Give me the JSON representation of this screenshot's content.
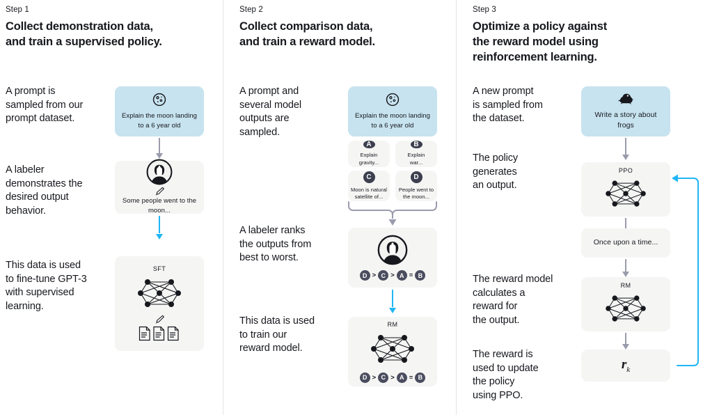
{
  "theme": {
    "bg": "#ffffff",
    "card_gray": "#f5f5f4",
    "card_blue": "#c7e3ef",
    "arrow_gray": "#9a9cad",
    "arrow_blue": "#1fb6f5",
    "badge_dark": "#3b3f4e",
    "divider": "#e3e4e6",
    "text": "#16181d"
  },
  "columns": [
    {
      "step_label": "Step 1",
      "title": "Collect demonstration data,\nand train a supervised policy.",
      "paragraphs": [
        "A prompt is\nsampled from our\nprompt dataset.",
        "A labeler\ndemonstrates the\ndesired output\nbehavior.",
        "This data is used\nto fine-tune GPT-3\nwith supervised\nlearning."
      ],
      "cards": [
        {
          "name": "prompt-card",
          "icon": "moon-icon",
          "text": "Explain the moon\nlanding to a 6 year old",
          "style": "blue"
        },
        {
          "name": "labeler-demo-card",
          "icon": "labeler-icon",
          "text": "Some people went\nto the moon...",
          "style": "gray"
        },
        {
          "name": "sft-model-card",
          "icon": "neural-net-icon",
          "label": "SFT",
          "text": "",
          "style": "gray"
        }
      ]
    },
    {
      "step_label": "Step 2",
      "title": "Collect comparison data,\nand train a reward model.",
      "paragraphs": [
        "A prompt and\nseveral model\noutputs are\nsampled.",
        "A labeler ranks\nthe outputs from\nbest to worst.",
        "This data is used\nto train our\nreward model."
      ],
      "cards": [
        {
          "name": "prompt-card",
          "icon": "moon-icon",
          "text": "Explain the moon\nlanding to a 6 year old",
          "style": "blue"
        },
        {
          "name": "labeler-rank-card",
          "icon": "labeler-icon",
          "style": "gray"
        },
        {
          "name": "rm-model-card",
          "icon": "neural-net-icon",
          "label": "RM",
          "style": "gray"
        }
      ],
      "outputs": [
        {
          "badge": "A",
          "text": "Explain gravity..."
        },
        {
          "badge": "B",
          "text": "Explain war..."
        },
        {
          "badge": "C",
          "text": "Moon is natural\nsatellite of..."
        },
        {
          "badge": "D",
          "text": "People went to\nthe moon..."
        }
      ],
      "ranking": [
        "D",
        ">",
        "C",
        ">",
        "A",
        "=",
        "B"
      ]
    },
    {
      "step_label": "Step 3",
      "title": "Optimize a policy against\nthe reward model using\nreinforcement learning.",
      "paragraphs": [
        "A new prompt\nis sampled from\nthe dataset.",
        "The policy\ngenerates\nan output.",
        "The reward model\ncalculates a\nreward for\nthe output.",
        "The reward is\nused to update\nthe policy\nusing PPO."
      ],
      "cards": [
        {
          "name": "prompt-card",
          "icon": "frog-icon",
          "text": "Write a story\nabout frogs",
          "style": "blue"
        },
        {
          "name": "ppo-policy-card",
          "icon": "neural-net-icon",
          "label": "PPO",
          "style": "gray"
        },
        {
          "name": "generated-output-card",
          "text": "Once upon a time...",
          "style": "gray"
        },
        {
          "name": "rm-model-card",
          "icon": "neural-net-icon",
          "label": "RM",
          "style": "gray"
        },
        {
          "name": "reward-value-card",
          "text": "r",
          "sub": "k",
          "style": "gray"
        }
      ]
    }
  ]
}
